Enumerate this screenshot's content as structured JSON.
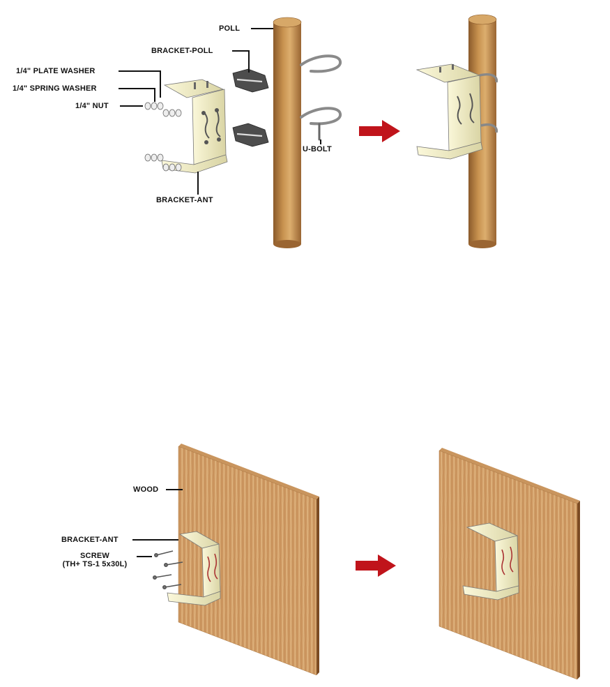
{
  "pole_section": {
    "labels": {
      "poll": "POLL",
      "bracket_poll": "BRACKET-POLL",
      "plate_washer": "1/4\" PLATE WASHER",
      "spring_washer": "1/4\" SPRING WASHER",
      "nut": "1/4\" NUT",
      "u_bolt": "U-BOLT",
      "bracket_ant": "BRACKET-ANT"
    }
  },
  "wall_section": {
    "labels": {
      "wood": "WOOD",
      "bracket_ant": "BRACKET-ANT",
      "screw_line1": "SCREW",
      "screw_line2": "(TH+ TS-1 5x30L)"
    }
  },
  "colors": {
    "wood_light": "#d9a766",
    "wood_dark": "#8a5a2b",
    "bracket": "#f4f0c4",
    "arrow": "#c0141b",
    "leader": "#111111"
  }
}
